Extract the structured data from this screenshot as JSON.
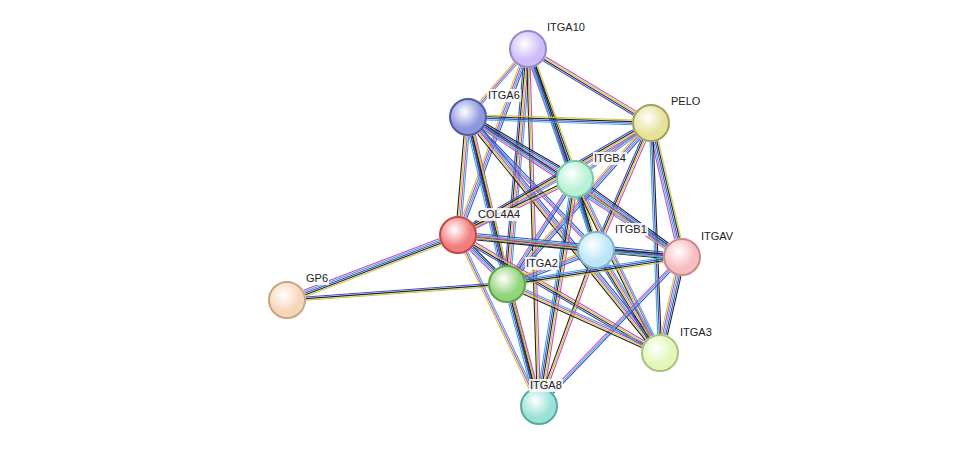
{
  "diagram": {
    "nodes": [
      {
        "text": [
          "ITGA10"
        ]
      },
      {
        "text": [
          "ITGA6"
        ]
      },
      {
        "text": [
          "PELO"
        ]
      },
      {
        "text": [
          "ITGB4"
        ]
      },
      {
        "text": [
          "COL4A4"
        ]
      },
      {
        "text": [
          "ITGB1"
        ]
      },
      {
        "text": [
          "ITGAV"
        ]
      },
      {
        "text": [
          "ITGA2"
        ]
      },
      {
        "text": [
          "GP6"
        ]
      },
      {
        "text": [
          "ITGA3"
        ]
      },
      {
        "text": [
          "ITGA8"
        ]
      }
    ],
    "edges": [
      {
        "from": 0,
        "to": 1,
        "arrow": "none"
      },
      {
        "from": 0,
        "to": 2,
        "arrow": "none"
      },
      {
        "from": 0,
        "to": 3,
        "arrow": "none"
      },
      {
        "from": 0,
        "to": 5,
        "arrow": "none"
      },
      {
        "from": 0,
        "to": 4,
        "arrow": "none"
      },
      {
        "from": 0,
        "to": 7,
        "arrow": "none"
      },
      {
        "from": 0,
        "to": 10,
        "arrow": "none"
      },
      {
        "from": 1,
        "to": 2,
        "arrow": "none"
      },
      {
        "from": 1,
        "to": 3,
        "arrow": "none"
      },
      {
        "from": 1,
        "to": 5,
        "arrow": "none"
      },
      {
        "from": 1,
        "to": 4,
        "arrow": "none"
      },
      {
        "from": 1,
        "to": 7,
        "arrow": "none"
      },
      {
        "from": 1,
        "to": 10,
        "arrow": "none"
      },
      {
        "from": 1,
        "to": 6,
        "arrow": "none"
      },
      {
        "from": 1,
        "to": 9,
        "arrow": "none"
      },
      {
        "from": 2,
        "to": 3,
        "arrow": "none"
      },
      {
        "from": 2,
        "to": 5,
        "arrow": "none"
      },
      {
        "from": 2,
        "to": 6,
        "arrow": "none"
      },
      {
        "from": 2,
        "to": 9,
        "arrow": "none"
      },
      {
        "from": 2,
        "to": 7,
        "arrow": "none"
      },
      {
        "from": 2,
        "to": 4,
        "arrow": "none"
      },
      {
        "from": 3,
        "to": 4,
        "arrow": "none"
      },
      {
        "from": 3,
        "to": 5,
        "arrow": "none"
      },
      {
        "from": 3,
        "to": 6,
        "arrow": "none"
      },
      {
        "from": 3,
        "to": 7,
        "arrow": "none"
      },
      {
        "from": 3,
        "to": 9,
        "arrow": "none"
      },
      {
        "from": 3,
        "to": 10,
        "arrow": "none"
      },
      {
        "from": 4,
        "to": 5,
        "arrow": "none"
      },
      {
        "from": 4,
        "to": 7,
        "arrow": "none"
      },
      {
        "from": 4,
        "to": 6,
        "arrow": "none"
      },
      {
        "from": 4,
        "to": 10,
        "arrow": "none"
      },
      {
        "from": 4,
        "to": 9,
        "arrow": "none"
      },
      {
        "from": 4,
        "to": 8,
        "arrow": "none"
      },
      {
        "from": 5,
        "to": 6,
        "arrow": "none"
      },
      {
        "from": 5,
        "to": 7,
        "arrow": "none"
      },
      {
        "from": 5,
        "to": 9,
        "arrow": "none"
      },
      {
        "from": 5,
        "to": 10,
        "arrow": "none"
      },
      {
        "from": 6,
        "to": 7,
        "arrow": "none"
      },
      {
        "from": 6,
        "to": 9,
        "arrow": "none"
      },
      {
        "from": 6,
        "to": 10,
        "arrow": "none"
      },
      {
        "from": 7,
        "to": 9,
        "arrow": "none"
      },
      {
        "from": 7,
        "to": 10,
        "arrow": "none"
      },
      {
        "from": 7,
        "to": 8,
        "arrow": "none"
      }
    ]
  }
}
